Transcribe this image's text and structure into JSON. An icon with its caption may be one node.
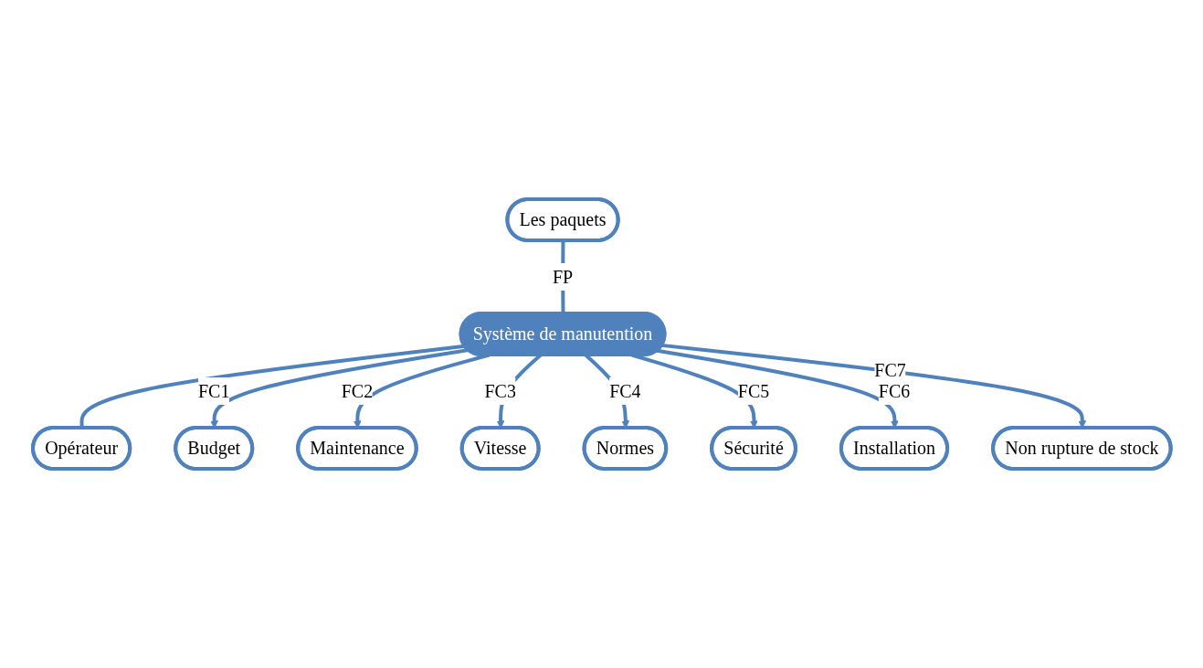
{
  "diagram": {
    "nodes": [
      {
        "text": [
          "Les paquets"
        ]
      },
      {
        "text": [
          "Opérateur"
        ]
      },
      {
        "text": [
          "Budget"
        ]
      },
      {
        "text": [
          "Non rupture de stock"
        ]
      },
      {
        "text": [
          "Système de manutention"
        ]
      },
      {
        "text": [
          "Maintenance"
        ]
      },
      {
        "text": [
          "Installation"
        ]
      },
      {
        "text": [
          "Sécurité"
        ]
      },
      {
        "text": [
          "Normes"
        ]
      },
      {
        "text": [
          "Vitesse"
        ]
      }
    ],
    "edges": [
      {
        "from": 0,
        "to": 4,
        "arrow": "none",
        "label": "FP"
      },
      {
        "from": 4,
        "to": 1,
        "arrow": "none"
      },
      {
        "from": 4,
        "to": 2,
        "arrow": "to",
        "label": "FC1"
      },
      {
        "from": 4,
        "to": 5,
        "arrow": "to",
        "label": "FC2"
      },
      {
        "from": 4,
        "to": 9,
        "arrow": "to",
        "label": "FC3"
      },
      {
        "from": 4,
        "to": 8,
        "arrow": "to",
        "label": "FC4"
      },
      {
        "from": 4,
        "to": 7,
        "arrow": "to",
        "label": "FC5"
      },
      {
        "from": 4,
        "to": 6,
        "arrow": "to",
        "label": "FC6"
      },
      {
        "from": 4,
        "to": 3,
        "arrow": "to",
        "label": "FC7"
      }
    ]
  }
}
